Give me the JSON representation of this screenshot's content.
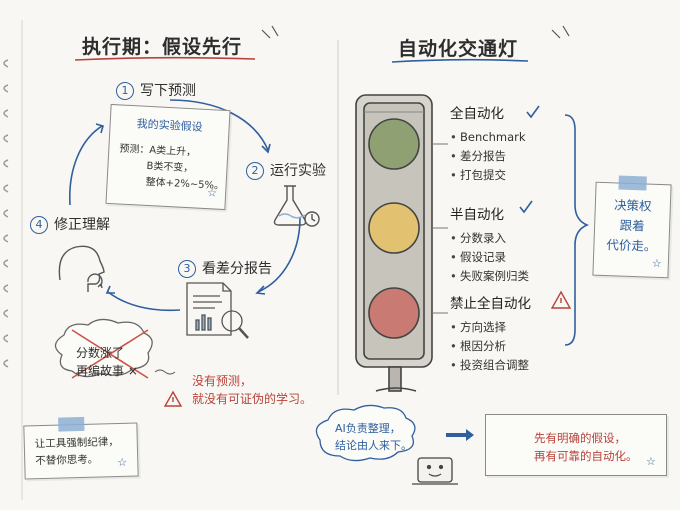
{
  "left": {
    "title": "执行期：假设先行",
    "steps": [
      {
        "num": "1",
        "label": "写下预测"
      },
      {
        "num": "2",
        "label": "运行实验"
      },
      {
        "num": "3",
        "label": "看差分报告"
      },
      {
        "num": "4",
        "label": "修正理解"
      }
    ],
    "hypothesis_card": {
      "title": "我的实验假设",
      "line1": "预测：A类上升，",
      "line2": "B类不变，",
      "line3": "整体+2%~5%。"
    },
    "cloud_text": {
      "line1": "分数涨了",
      "line2": "再编故事 ×"
    },
    "warning_text": {
      "line1": "没有预测，",
      "line2": "就没有可证伪的学习。"
    },
    "bottom_note": {
      "line1": "让工具强制纪律，",
      "line2": "不替你思考。"
    }
  },
  "right": {
    "title": "自动化交通灯",
    "levels": [
      {
        "title": "全自动化",
        "items": [
          "Benchmark",
          "差分报告",
          "打包提交"
        ],
        "mark": "✓"
      },
      {
        "title": "半自动化",
        "items": [
          "分数录入",
          "假设记录",
          "失败案例归类"
        ],
        "mark": "✓"
      },
      {
        "title": "禁止全自动化",
        "items": [
          "方向选择",
          "根因分析",
          "投资组合调整"
        ],
        "mark": "!"
      }
    ],
    "decision_note": {
      "line1": "决策权",
      "line2": "跟着",
      "line3": "代价走。"
    },
    "ai_cloud": {
      "line1": "AI负责整理，",
      "line2": "结论由人来下。"
    },
    "final_note": {
      "line1": "先有明确的假设，",
      "line2": "再有可靠的自动化。"
    }
  },
  "colors": {
    "accent_blue": "#2f5f9e",
    "accent_red": "#b8423a",
    "green_light": "#8fa173",
    "yellow_light": "#e2c170",
    "red_light": "#c97a72"
  }
}
